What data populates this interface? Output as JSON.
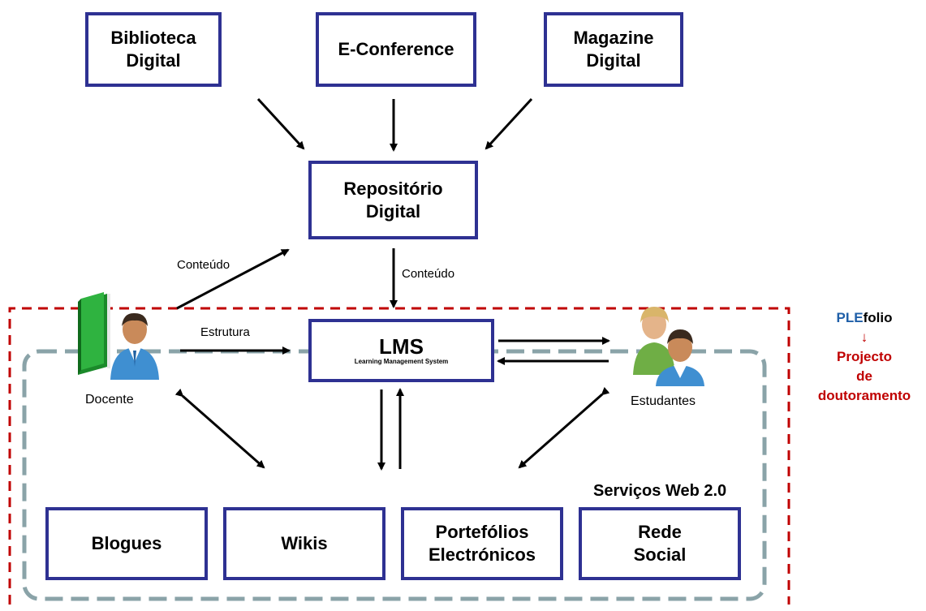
{
  "boxes": {
    "biblioteca": "Biblioteca\nDigital",
    "econference": "E-Conference",
    "magazine": "Magazine\nDigital",
    "repositorio": "Repositório\nDigital",
    "lms_title": "LMS",
    "lms_subtitle": "Learning Management System",
    "blogues": "Blogues",
    "wikis": "Wikis",
    "portefolios": "Portefólios\nElectrónicos",
    "rede_social": "Rede\nSocial"
  },
  "edge_labels": {
    "conteudo_left": "Conteúdo",
    "conteudo_right": "Conteúdo",
    "estrutura": "Estrutura"
  },
  "actors": {
    "docente": "Docente",
    "estudantes": "Estudantes"
  },
  "groups": {
    "servicos": "Serviços Web 2.0"
  },
  "ple": {
    "ple_blue": "PLE",
    "ple_black": "folio",
    "arrow": "↓",
    "line1": "Projecto",
    "line2": "de",
    "line3": "doutoramento"
  },
  "colors": {
    "box_border": "#2e3192",
    "ple_dashed": "#c00000",
    "services_dashed": "#8aa3a8",
    "ple_blue": "#1f5fa8",
    "red_text": "#c00000"
  }
}
